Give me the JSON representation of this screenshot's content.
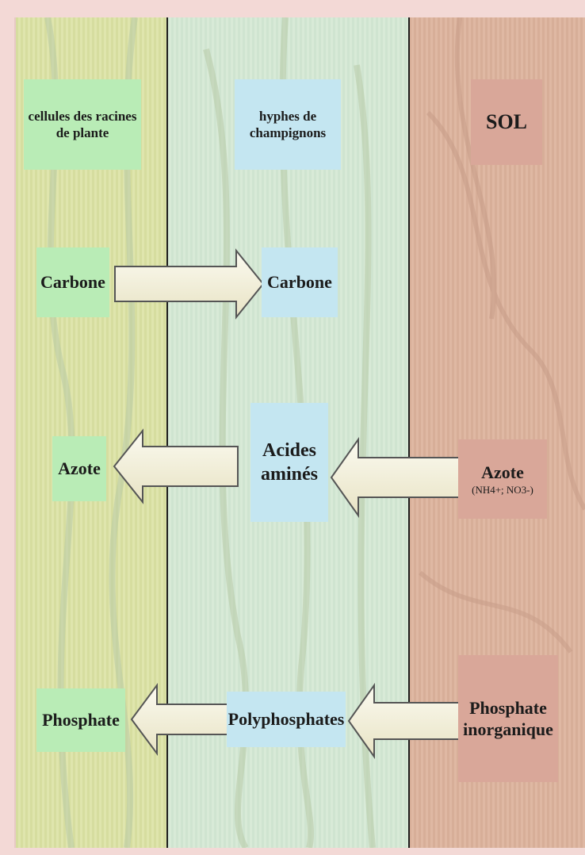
{
  "headers": {
    "plant": [
      "cellules des racines",
      "de plante"
    ],
    "fungi": [
      "hyphes de",
      "champignons"
    ],
    "soil": "SOL"
  },
  "rows": {
    "carbon": {
      "plant": "Carbone",
      "fungi": "Carbone"
    },
    "nitrogen": {
      "plant": "Azote",
      "fungi": [
        "Acides",
        "aminés"
      ],
      "soil": "Azote",
      "soil_sub": "(NH4+; NO3-)"
    },
    "phosphorus": {
      "plant": "Phosphate",
      "fungi": "Polyphosphates",
      "soil": [
        "Phosphate",
        "inorganique"
      ]
    }
  },
  "colors": {
    "plant_label": "#b9ecb6",
    "fungi_label": "#c4e6f1",
    "soil_label": "#d9a799",
    "arrow_fill": "#f7f4df",
    "arrow_stroke": "#555555"
  }
}
